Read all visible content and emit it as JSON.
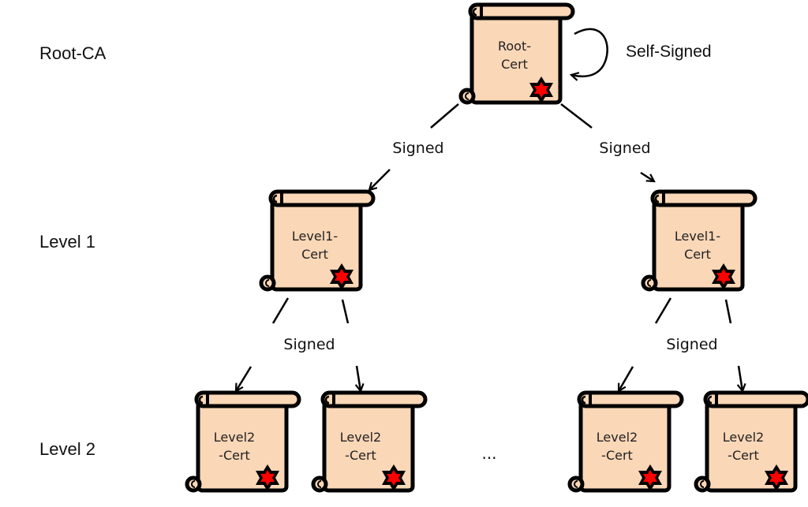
{
  "row_labels": {
    "root": "Root-CA",
    "level1": "Level 1",
    "level2": "Level 2"
  },
  "annotations": {
    "self_signed": "Self-Signed",
    "signed_root_left": "Signed",
    "signed_root_right": "Signed",
    "signed_l1_left": "Signed",
    "signed_l1_right": "Signed",
    "ellipsis": "..."
  },
  "certificates": {
    "root": {
      "line1": "Root-",
      "line2": "Cert"
    },
    "l1_left": {
      "line1": "Level1-",
      "line2": "Cert"
    },
    "l1_right": {
      "line1": "Level1-",
      "line2": "Cert"
    },
    "l2_a": {
      "line1": "Level2",
      "line2": "-Cert"
    },
    "l2_b": {
      "line1": "Level2",
      "line2": "-Cert"
    },
    "l2_c": {
      "line1": "Level2",
      "line2": "-Cert"
    },
    "l2_d": {
      "line1": "Level2",
      "line2": "-Cert"
    }
  },
  "colors": {
    "scroll_fill": "#FAD7B7",
    "outline": "#000000",
    "seal": "#FF0000"
  }
}
